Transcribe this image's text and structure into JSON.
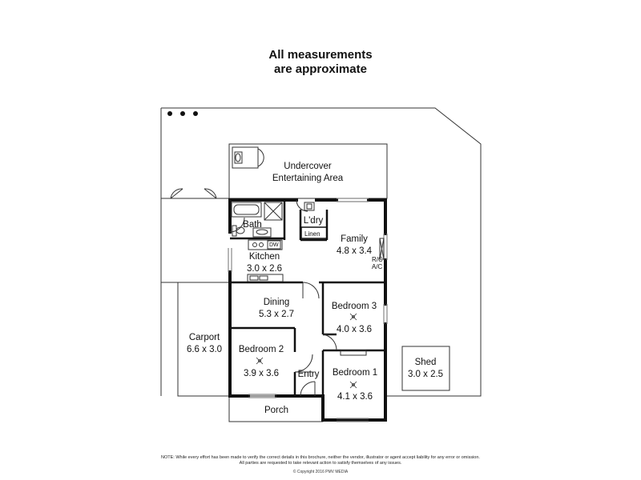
{
  "heading": {
    "line1": "All measurements",
    "line2": "are approximate"
  },
  "rooms": {
    "undercover": {
      "name": "Undercover",
      "name2": "Entertaining Area"
    },
    "bath": {
      "name": "Bath"
    },
    "laundry": {
      "name": "L'dry"
    },
    "linen": {
      "name": "Linen"
    },
    "family": {
      "name": "Family",
      "size": "4.8 x 3.4"
    },
    "kitchen": {
      "name": "Kitchen",
      "size": "3.0 x 2.6"
    },
    "rc_ac": {
      "line1": "R/C",
      "line2": "A/C"
    },
    "dining": {
      "name": "Dining",
      "size": "5.3 x 2.7"
    },
    "bedroom3": {
      "name": "Bedroom 3",
      "size": "4.0 x 3.6"
    },
    "bedroom2": {
      "name": "Bedroom 2",
      "size": "3.9 x 3.6"
    },
    "bedroom1": {
      "name": "Bedroom 1",
      "size": "4.1 x 3.6"
    },
    "entry": {
      "name": "Entry"
    },
    "porch": {
      "name": "Porch"
    },
    "carport": {
      "name": "Carport",
      "size": "6.6 x 3.0"
    },
    "shed": {
      "name": "Shed",
      "size": "3.0 x 2.5"
    }
  },
  "appliance_labels": {
    "dishwasher": "DW"
  },
  "footer": {
    "disclaimer": "NOTE: While every effort has been made to verify the correct details in this brochure, neither the vendor, illustrator or agent accept liability for any error or omission. All parties are requested to take relevant action to satisfy themselves of any issues.",
    "copyright": "© Copyright 2016 PMV MEDIA"
  },
  "colors": {
    "wall": "#111111",
    "line": "#333333",
    "window": "#9a9a9a",
    "background": "#ffffff"
  }
}
